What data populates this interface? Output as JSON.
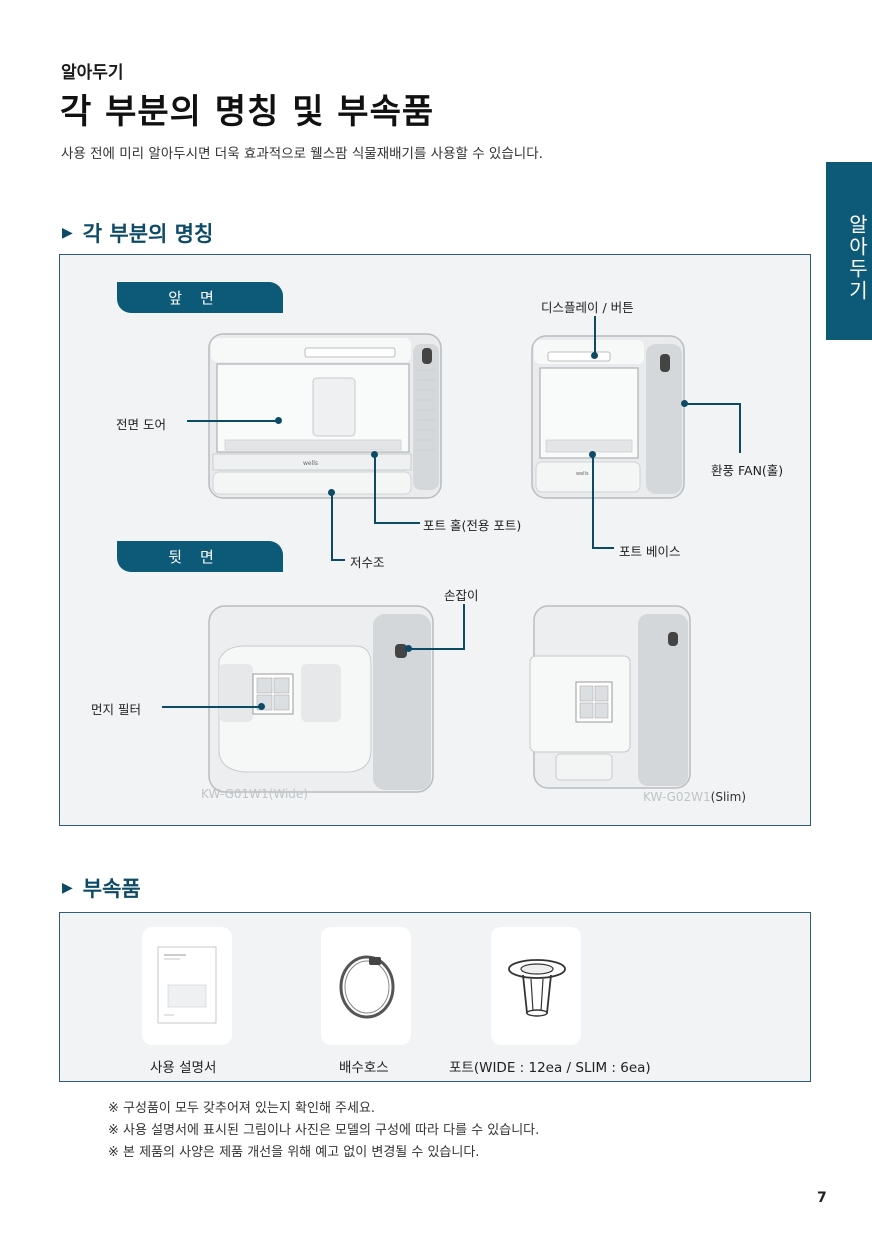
{
  "header": {
    "kicker": "알아두기",
    "title": "각 부분의 명칭 및 부속품",
    "subtitle": "사용 전에 미리 알아두시면 더욱 효과적으로 웰스팜 식물재배기를 사용할 수 있습니다."
  },
  "side_tab": "알아두기",
  "parts_section": {
    "heading": "각 부분의 명칭",
    "front_pill": "앞면",
    "back_pill": "뒷면",
    "labels": {
      "display_button": "디스플레이 / 버튼",
      "front_door": "전면 도어",
      "fan_hole": "환풍 FAN(홀)",
      "pot_hole": "포트 홀(전용 포트)",
      "pot_base": "포트 베이스",
      "reservoir": "저수조",
      "handle": "손잡이",
      "dust_filter": "먼지 필터"
    },
    "device_brand": "wells",
    "models": {
      "wide": "KW-G01W1(Wide)",
      "slim_prefix": "KW-G02W1",
      "slim_suffix": "(Slim)"
    }
  },
  "accessories_section": {
    "heading": "부속품",
    "items": [
      {
        "label": "사용 설명서"
      },
      {
        "label": "배수호스"
      },
      {
        "label": "포트(WIDE : 12ea / SLIM : 6ea)"
      }
    ]
  },
  "notes": [
    "※ 구성품이 모두 갖추어져 있는지 확인해 주세요.",
    "※ 사용 설명서에 표시된 그림이나 사진은 모델의 구성에 따라 다를 수 있습니다.",
    "※ 본 제품의 사양은 제품 개선을 위해 예고 없이 변경될 수 있습니다."
  ],
  "page_number": "7",
  "colors": {
    "accent": "#0d5a78",
    "panel_bg": "#f1f3f4",
    "panel_border": "#2f5e72"
  },
  "icons": {
    "section_marker": "triangle-right-icon"
  }
}
